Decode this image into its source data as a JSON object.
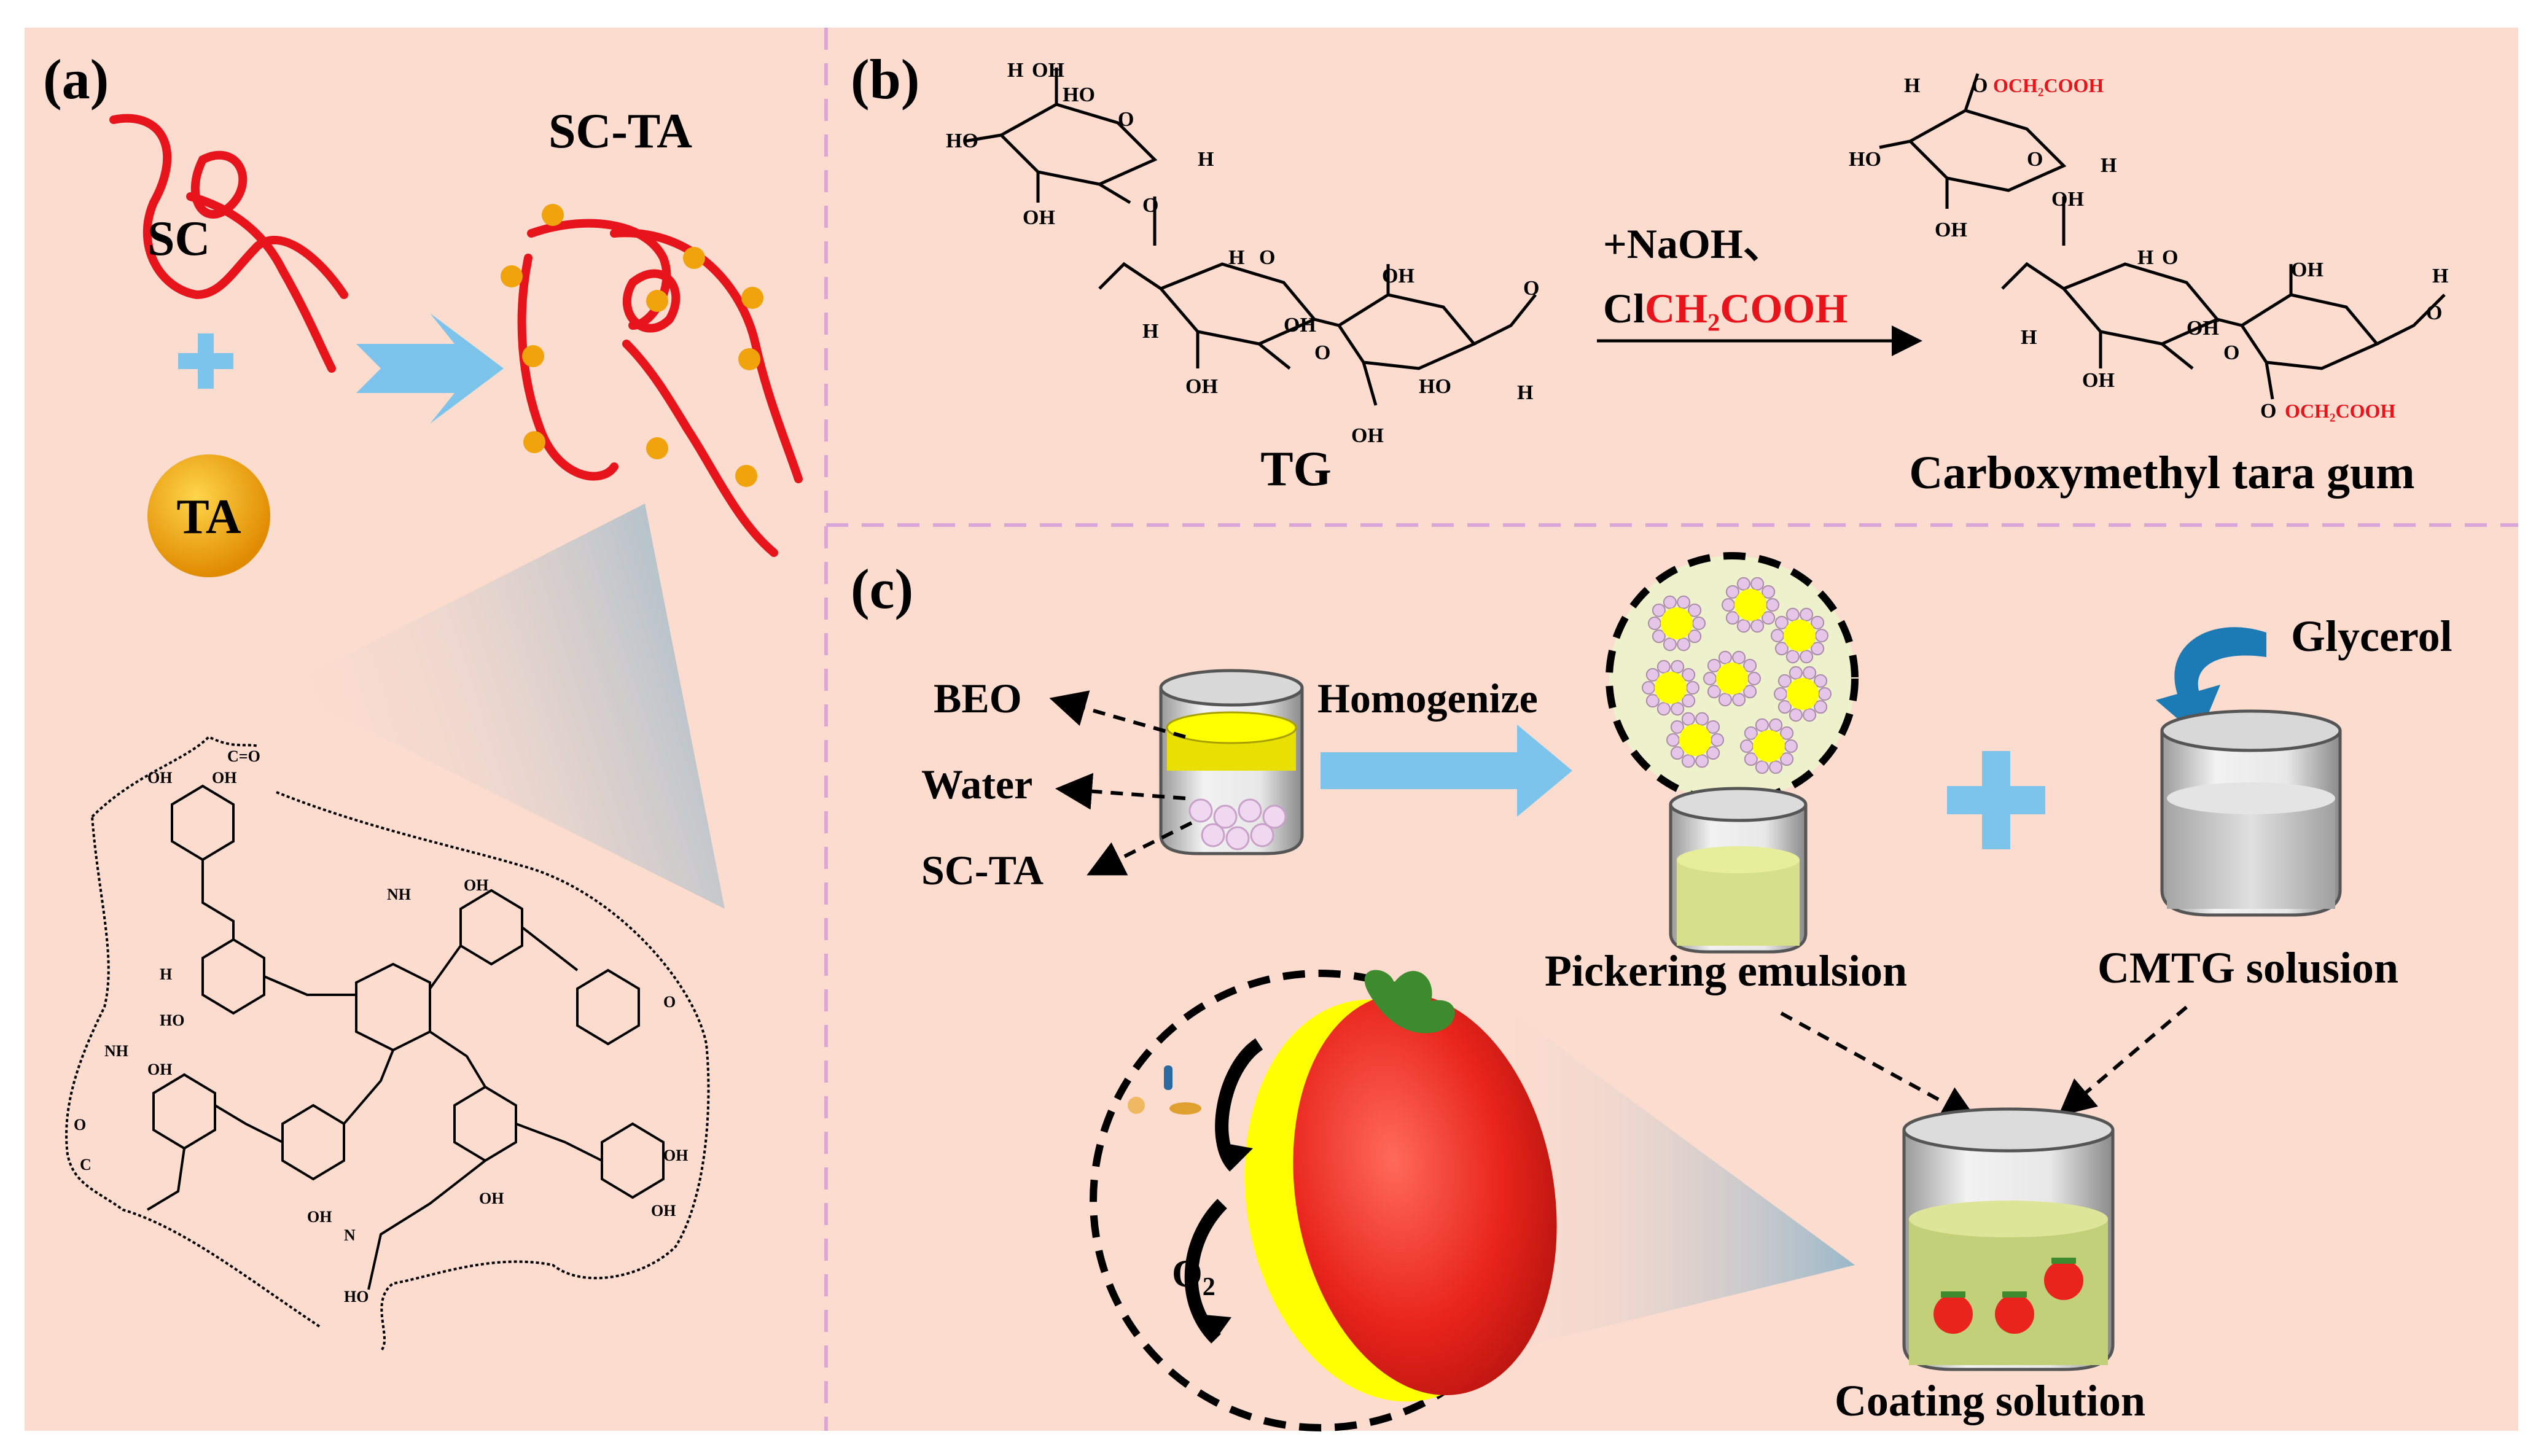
{
  "panel_a": {
    "label": "(a)",
    "sc_label": "SC",
    "ta_label": "TA",
    "sc_ta_label": "SC-TA",
    "tannin_groups": {
      "oh": "OH",
      "nh": "NH",
      "h": "H",
      "o": "O",
      "co": "C=O",
      "c": "C",
      "oh_left": "HO",
      "n": "N"
    }
  },
  "panel_b": {
    "label": "(b)",
    "tg_label": "TG",
    "product_label": "Carboxymethyl tara gum",
    "reagent_line1": "+NaOH、",
    "reagent_prefix": "Cl",
    "reagent_red": "CH₂COOH",
    "groups": {
      "oh": "OH",
      "ho": "HO",
      "h": "H",
      "o": "O",
      "och2cooh": "OCH₂COOH",
      "ch2cooh_o": "OCH₂COOH"
    }
  },
  "panel_c": {
    "label": "(c)",
    "beo": "BEO",
    "water": "Water",
    "scta": "SC-TA",
    "homogenize": "Homogenize",
    "pickering": "Pickering emulsion",
    "glycerol": "Glycerol",
    "cmtg": "CMTG solusion",
    "coating": "Coating solution",
    "o2": "O",
    "o2_sub": "2"
  },
  "colors": {
    "panel_bg": "#fbdccf",
    "divider": "#d9a8d8",
    "chain_red": "#e8141c",
    "ta_gold": "#f0a30a",
    "arrow_blue": "#7cc4ec",
    "emulsion_yellow": "#ffff00",
    "emulsion_green": "#d6e08a",
    "tomato_red": "#e8241c",
    "text_black": "#000000",
    "text_red": "#e8141c"
  }
}
